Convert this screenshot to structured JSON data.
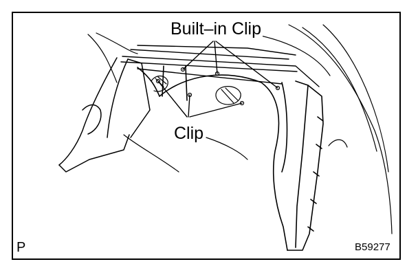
{
  "figure": {
    "callouts": {
      "built_in_clip": "Built–in Clip",
      "clip": "Clip"
    },
    "corner_mark": "P",
    "figure_code": "B59277"
  },
  "colors": {
    "line": "#000000",
    "background": "#ffffff"
  }
}
